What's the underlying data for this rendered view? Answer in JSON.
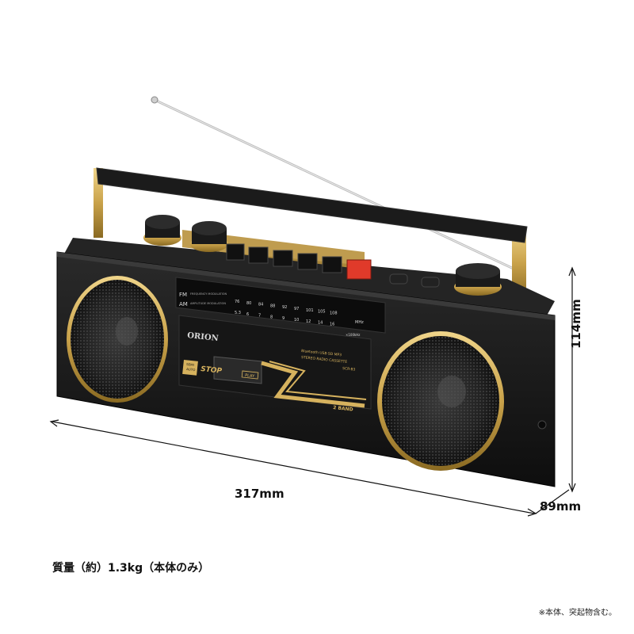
{
  "product": {
    "brand": "ORION",
    "model": "SCR-B3",
    "features_line1": "Bluetooth USB·SD MP3",
    "features_line2": "STEREO RADIO CASSETTE",
    "band_label": "2 BAND",
    "play_label": "PLAY",
    "auto_stop_line1": "SEMI",
    "auto_stop_line2": "AUTO",
    "auto_stop_line3": "STOP",
    "fm_label": "FM",
    "am_label": "AM",
    "fm_text": "FREQUENCY MODULATION",
    "am_text": "AMPLITUDE MODULATION",
    "fm_scale": [
      "76",
      "80",
      "84",
      "88",
      "92",
      "97",
      "101",
      "105",
      "108"
    ],
    "am_scale": [
      "5.3",
      "6",
      "7",
      "8",
      "9",
      "10",
      "12",
      "14",
      "16"
    ],
    "mhz_label": "MHz",
    "khz_label": "×100kHz"
  },
  "dimensions": {
    "width": "317mm",
    "height": "114mm",
    "depth": "89mm"
  },
  "weight_text": "質量（約）1.3kg（本体のみ）",
  "footnote": "※本体、突起物含む。",
  "colors": {
    "body": "#151515",
    "gold": "#c9a24a",
    "accent_red": "#e03a2a",
    "line": "#111111"
  }
}
